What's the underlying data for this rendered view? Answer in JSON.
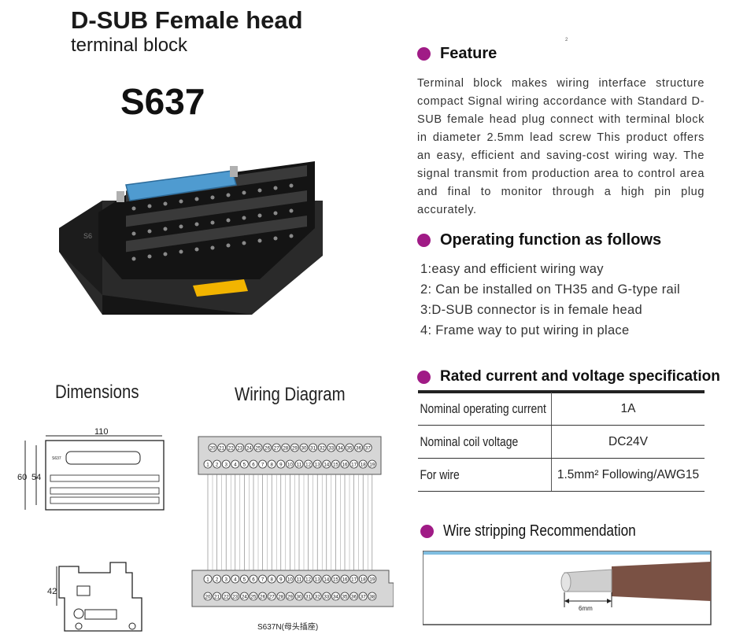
{
  "header": {
    "title": "D-SUB Female head",
    "subtitle": "terminal block",
    "model": "S637",
    "tiny_mark": "2"
  },
  "feature": {
    "heading": "Feature",
    "text": "Terminal block makes wiring interface structure compact Signal wiring accordance with Standard D-SUB female head plug connect with terminal block in diameter 2.5mm lead screw This product offers an easy, efficient and saving-cost wiring way. The signal transmit from production area to control area and final to monitor through a high pin plug accurately."
  },
  "operating": {
    "heading": "Operating function as follows",
    "items": [
      "1:easy and efficient wiring way",
      "2: Can be installed on TH35 and G-type rail",
      "3:D-SUB connector is in female head",
      "4: Frame way to put wiring in place"
    ]
  },
  "rated": {
    "heading": "Rated current and voltage specification",
    "rows": [
      {
        "label": "Nominal operating current",
        "value": "1A"
      },
      {
        "label": "Nominal coil voltage",
        "value": "DC24V"
      },
      {
        "label": "For wire",
        "value": "1.5mm² Following/AWG15"
      }
    ]
  },
  "stripping": {
    "heading": "Wire stripping Recommendation",
    "dimension": "6mm"
  },
  "dimensions": {
    "heading": "Dimensions",
    "width": "110",
    "height_outer": "60",
    "height_inner": "54",
    "depth": "42",
    "product_label": "S637"
  },
  "wiring": {
    "heading": "Wiring Diagram",
    "caption": "S637N(母头插座)",
    "top_row_a": [
      "20",
      "21",
      "22",
      "23",
      "24",
      "25",
      "26",
      "27",
      "28",
      "29",
      "30",
      "31",
      "32",
      "33",
      "34",
      "35",
      "36",
      "37"
    ],
    "top_row_b": [
      "1",
      "2",
      "3",
      "4",
      "5",
      "6",
      "7",
      "8",
      "9",
      "10",
      "11",
      "12",
      "13",
      "14",
      "15",
      "16",
      "17",
      "18",
      "19"
    ],
    "bottom_row_a": [
      "1",
      "2",
      "3",
      "4",
      "5",
      "6",
      "7",
      "8",
      "9",
      "10",
      "11",
      "12",
      "13",
      "14",
      "15",
      "16",
      "17",
      "18",
      "19"
    ],
    "bottom_row_b": [
      "20",
      "21",
      "22",
      "23",
      "24",
      "25",
      "26",
      "27",
      "28",
      "29",
      "30",
      "31",
      "32",
      "33",
      "34",
      "35",
      "36",
      "37",
      "38"
    ]
  },
  "product_photo": {
    "print_label": "S6"
  },
  "colors": {
    "accent": "#a01b86",
    "connector_blue": "#4f9bd0",
    "rail_clip": "#f2b400"
  }
}
